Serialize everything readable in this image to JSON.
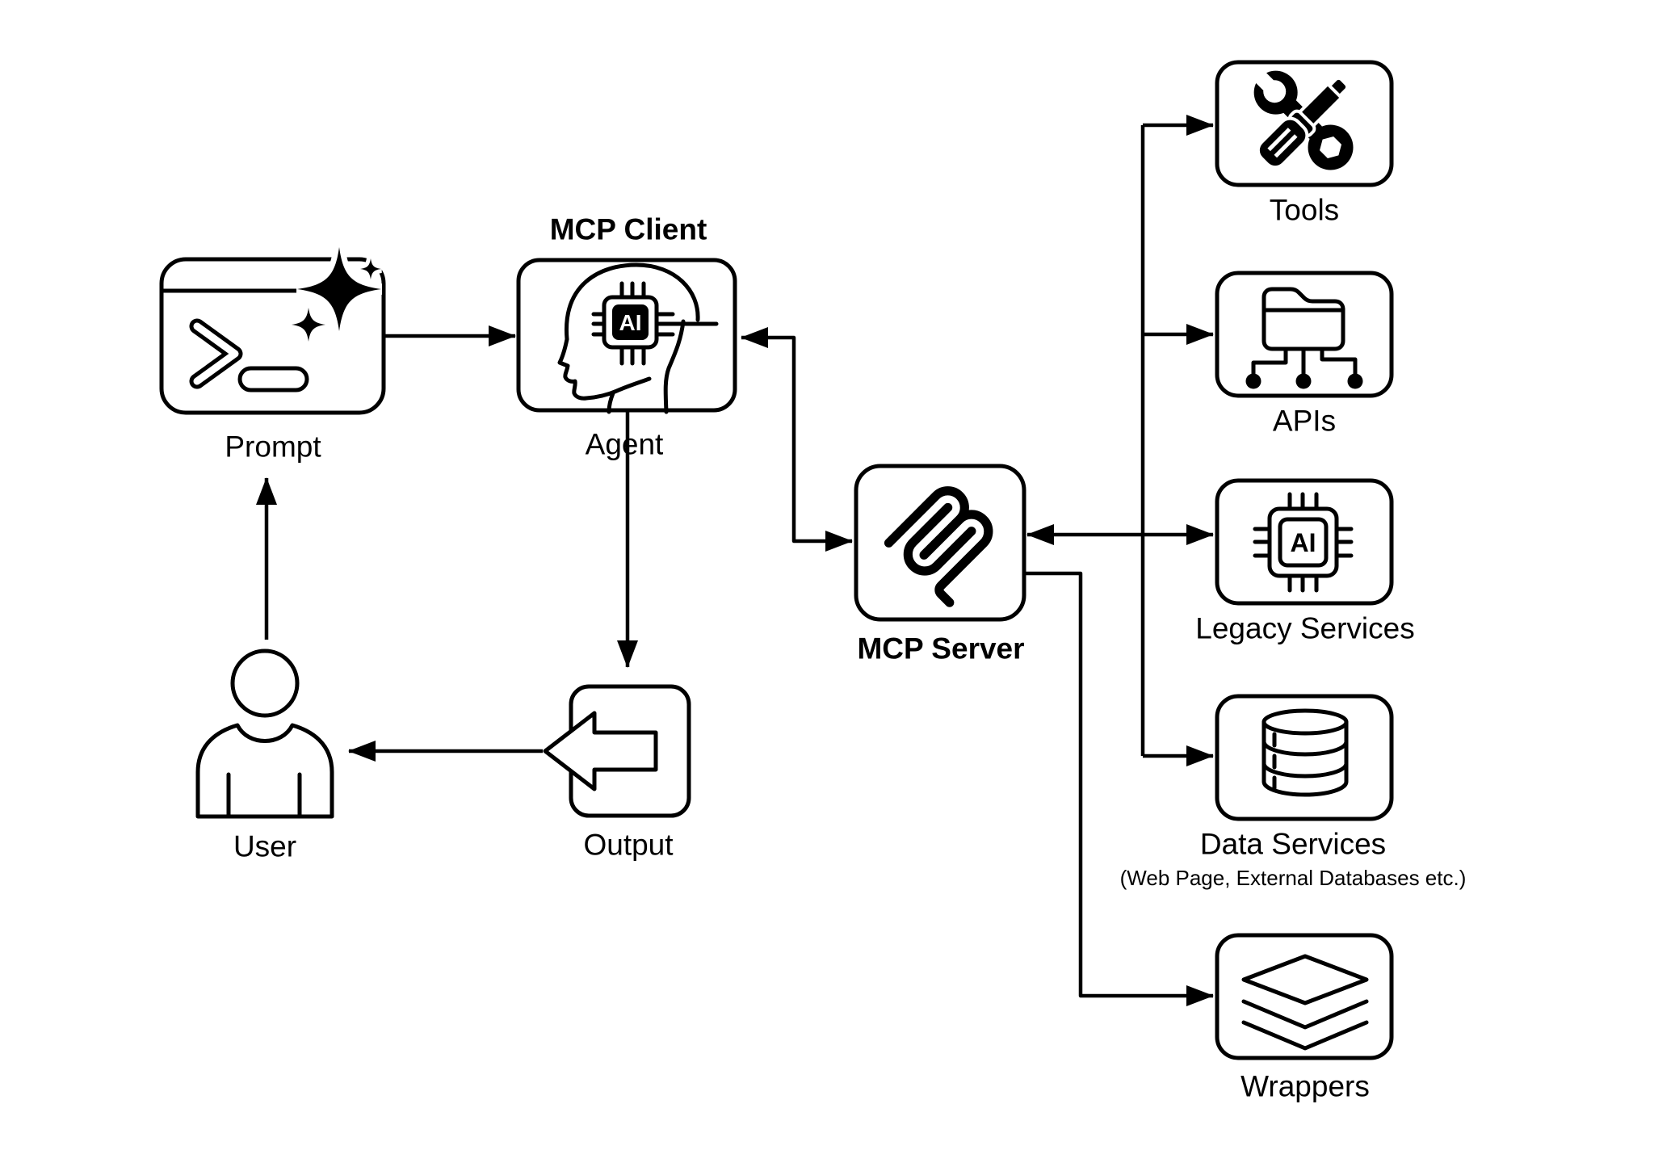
{
  "page": {
    "background": "#ffffff",
    "ink": "#000000"
  },
  "nodes": {
    "prompt": {
      "label": "Prompt",
      "icon": "terminal-sparkles-icon"
    },
    "mcp_client": {
      "title": "MCP Client",
      "label": "Agent",
      "chip_text": "AI",
      "icon": "ai-head-profile-icon"
    },
    "user": {
      "label": "User",
      "icon": "person-icon"
    },
    "output": {
      "label": "Output",
      "icon": "arrow-into-box-icon"
    },
    "mcp_server": {
      "label": "MCP Server",
      "icon": "mcp-logo-icon"
    },
    "tools": {
      "label": "Tools",
      "icon": "wrench-screwdriver-icon"
    },
    "apis": {
      "label": "APIs",
      "icon": "folder-network-icon"
    },
    "legacy_services": {
      "label": "Legacy Services",
      "chip_text": "AI",
      "icon": "ai-chip-icon"
    },
    "data_services": {
      "label": "Data Services",
      "sublabel": "(Web Page, External Databases etc.)",
      "icon": "database-icon"
    },
    "wrappers": {
      "label": "Wrappers",
      "icon": "layers-icon"
    }
  },
  "edges": [
    {
      "from": "user",
      "to": "prompt",
      "direction": "one-way"
    },
    {
      "from": "prompt",
      "to": "mcp_client",
      "direction": "one-way"
    },
    {
      "from": "mcp_client",
      "to": "output",
      "direction": "one-way"
    },
    {
      "from": "output",
      "to": "user",
      "direction": "one-way"
    },
    {
      "from": "mcp_client",
      "to": "mcp_server",
      "direction": "two-way"
    },
    {
      "from": "mcp_server",
      "to": "tools",
      "direction": "one-way"
    },
    {
      "from": "mcp_server",
      "to": "apis",
      "direction": "one-way"
    },
    {
      "from": "mcp_server",
      "to": "legacy_services",
      "direction": "two-way"
    },
    {
      "from": "mcp_server",
      "to": "data_services",
      "direction": "one-way"
    },
    {
      "from": "mcp_server",
      "to": "wrappers",
      "direction": "one-way"
    }
  ]
}
